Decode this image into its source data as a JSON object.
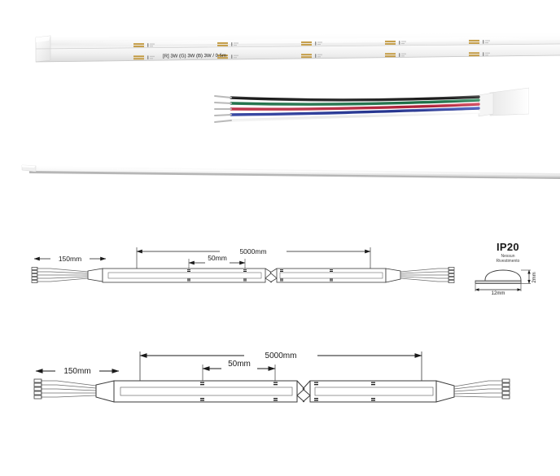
{
  "page": {
    "background": "#ffffff",
    "kind": "led-strip-product-spec-sheet"
  },
  "photos": [
    {
      "name": "angled-cob-led-strip",
      "description": "White COB LED strip shown at an angle with end cap and copper cut pads",
      "printed_marking": "[R] 3W (G) 3W (B) 3W / 0.5m",
      "endcap_color": "#f2f2f2",
      "body_color": "#fbfbfb",
      "pad_color": "#c9a24a"
    },
    {
      "name": "rgbw-wire-harness",
      "description": "Five-conductor wire pigtail leaving a white strip end",
      "wires": [
        {
          "label": "black",
          "color": "#1c1c1c"
        },
        {
          "label": "green",
          "color": "#1f7a4d"
        },
        {
          "label": "red",
          "color": "#b8243b"
        },
        {
          "label": "blue",
          "color": "#2b3f9e"
        },
        {
          "label": "white",
          "color": "#efefef"
        }
      ]
    },
    {
      "name": "edge-on-strip",
      "description": "Thin flat profile of the strip seen edge on"
    }
  ],
  "drawings": [
    {
      "name": "strip-drawing-upper",
      "scale_note": "compact view",
      "dimensions": {
        "lead_length": "150mm",
        "total_length": "5000mm",
        "cut_pitch": "50mm"
      }
    },
    {
      "name": "strip-drawing-lower",
      "scale_note": "enlarged view",
      "dimensions": {
        "lead_length": "150mm",
        "total_length": "5000mm",
        "cut_pitch": "50mm"
      }
    }
  ],
  "ip_rating": {
    "code": "IP20",
    "description_line1": "Nessun",
    "description_line2": "Rivestimento",
    "cross_section": {
      "width": "12mm",
      "height": "2mm"
    }
  },
  "colors": {
    "line": "#3a3a3a",
    "line_light": "#8a8a8a",
    "text": "#1a1a1a",
    "background": "#ffffff"
  }
}
